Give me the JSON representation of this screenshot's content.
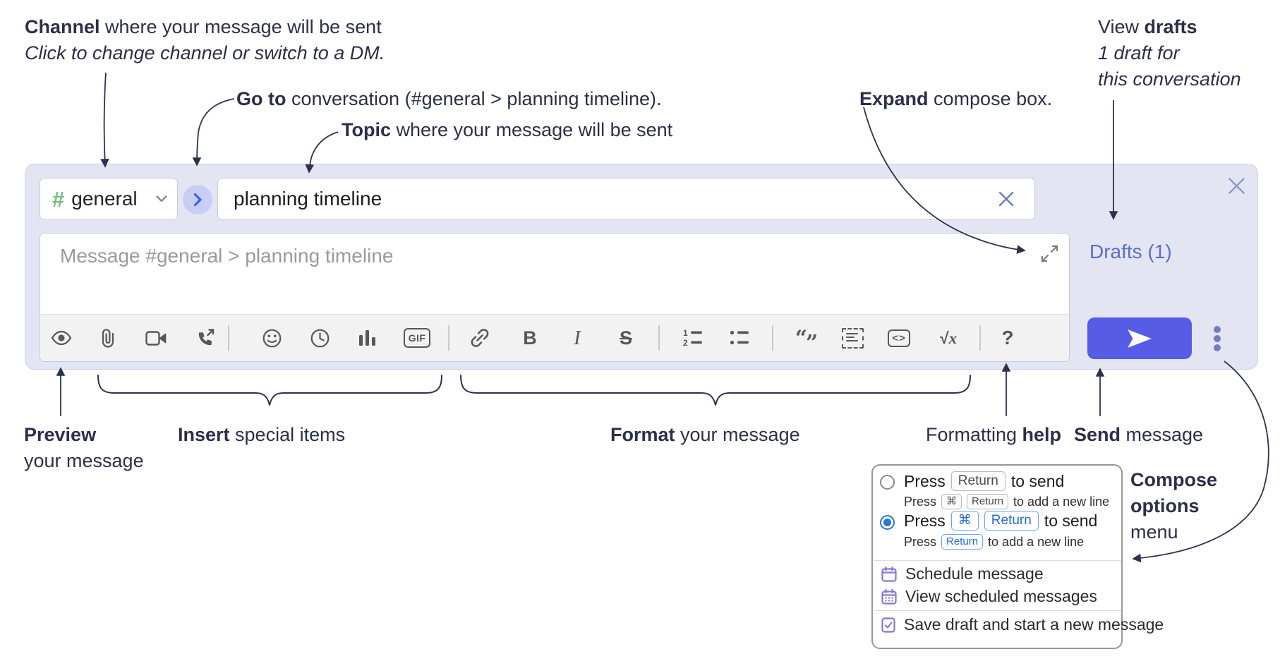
{
  "annotations": {
    "channel": {
      "bold": "Channel",
      "rest": " where your message will be sent",
      "line2": "Click to change channel or switch to a DM."
    },
    "goto": {
      "bold": "Go to",
      "rest": " conversation (#general > planning timeline)."
    },
    "topic": {
      "bold": "Topic",
      "rest": " where your message will be sent"
    },
    "expand": {
      "bold": "Expand",
      "rest": " compose box."
    },
    "drafts": {
      "line1_pre": "View ",
      "line1_bold": "drafts",
      "line2": "1 draft for",
      "line3": "this conversation"
    },
    "preview": {
      "bold": "Preview",
      "line2": "your message"
    },
    "insert": {
      "bold": "Insert",
      "rest": " special items"
    },
    "format": {
      "bold": "Format",
      "rest": " your message"
    },
    "help": {
      "pre": "Formatting ",
      "bold": "help"
    },
    "send": {
      "bold": "Send",
      "rest": " message"
    },
    "compose_options": {
      "line1": "Compose",
      "line2": "options",
      "line3": "menu"
    }
  },
  "compose": {
    "channel_selector": {
      "hash_icon": "#",
      "label": "general"
    },
    "topic_input": {
      "value": "planning timeline"
    },
    "drafts_link": "Drafts (1)",
    "message_placeholder": "Message #general > planning timeline",
    "toolbar_icons": [
      "preview",
      "attach-file",
      "video-call",
      "audio-call",
      "emoji",
      "time",
      "poll",
      "gif",
      "link",
      "bold",
      "italic",
      "strikethrough",
      "numbered-list",
      "bulleted-list",
      "quote",
      "spoiler",
      "code",
      "math",
      "help"
    ],
    "toolbar_labels": {
      "gif": "GIF",
      "bold": "B",
      "italic": "I",
      "strike": "S",
      "ol1": "1",
      "ol2": "2",
      "quote_open": "“",
      "quote_close": "”",
      "code": "<>",
      "math_radical": "√",
      "math_var": "x",
      "help": "?"
    }
  },
  "popup": {
    "option1": {
      "pre": "Press",
      "key": "Return",
      "post": "to send",
      "sub_pre": "Press",
      "sub_key1": "⌘",
      "sub_key2": "Return",
      "sub_post": "to add a new line"
    },
    "option2": {
      "pre": "Press",
      "key1": "⌘",
      "key2": "Return",
      "post": "to send",
      "sub_pre": "Press",
      "sub_key": "Return",
      "sub_post": "to add a new line"
    },
    "items": [
      {
        "icon": "calendar-icon",
        "label": "Schedule message"
      },
      {
        "icon": "calendar-grid-icon",
        "label": "View scheduled messages"
      },
      {
        "icon": "save-draft-icon",
        "label": "Save draft and start a new message"
      }
    ]
  },
  "colors": {
    "compose_bg": "#e3e5f2",
    "accent_indigo": "#575ce6",
    "hash_green": "#6ec07c",
    "drafts_link": "#5d6ec8",
    "goto_circle": "#c7cef4",
    "goto_chevron": "#3d62ea",
    "annotation_ink": "#2b2f4a",
    "radio_selected": "#2577d8",
    "popup_icon_purple": "#8478d6",
    "toolbar_icon": "#575757"
  }
}
